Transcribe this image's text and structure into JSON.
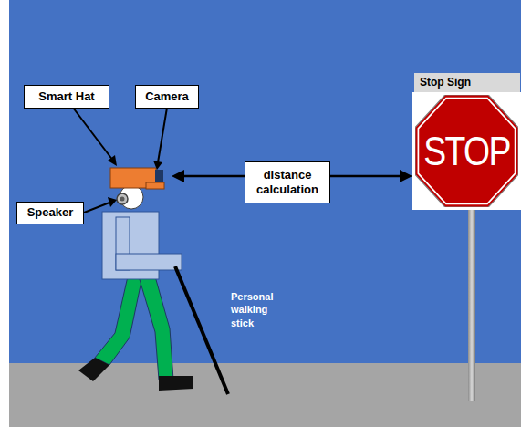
{
  "diagram": {
    "nodes": [
      {
        "text": [
          "Smart Hat"
        ]
      },
      {
        "text": [
          "Camera"
        ]
      },
      {
        "text": [
          "Speaker"
        ]
      },
      {
        "text": [
          "distance calculation"
        ]
      },
      {
        "text": [
          "Stop Sign"
        ]
      },
      {
        "text": [
          "STOP"
        ]
      }
    ],
    "edges": [
      {
        "from": 3,
        "to": 5,
        "arrow": "to"
      }
    ],
    "labels": [
      "Personal walking stick"
    ]
  }
}
